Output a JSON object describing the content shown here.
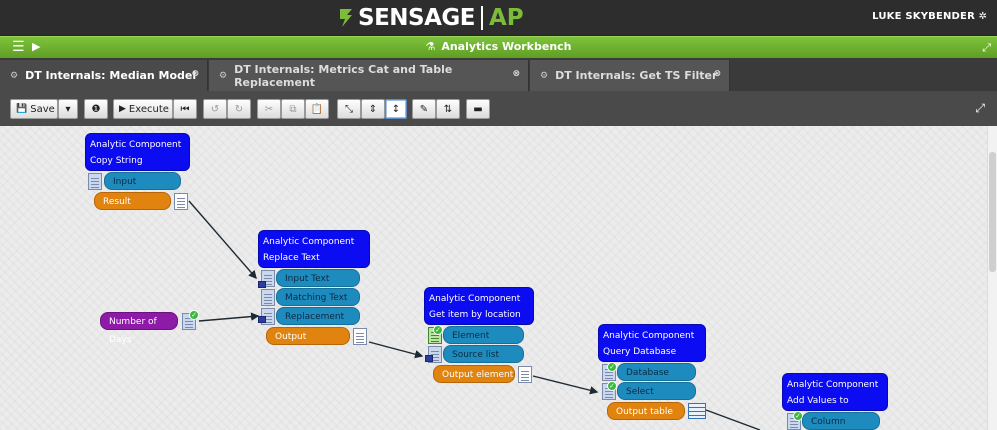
{
  "header": {
    "brand": "SENSAGE",
    "brand_suffix": "AP",
    "user": "LUKE SKYBENDER"
  },
  "workbench": {
    "title": "Analytics Workbench"
  },
  "tabs": [
    {
      "label": "DT Internals: Median Model",
      "active": true
    },
    {
      "label": "DT Internals: Metrics Cat and Table Replacement",
      "active": false
    },
    {
      "label": "DT Internals: Get TS Filter",
      "active": false
    }
  ],
  "toolbar": {
    "save_label": "Save",
    "execute_label": "Execute"
  },
  "components": [
    {
      "title": "Analytic Component",
      "name": "Copy String",
      "inputs": [
        "Input"
      ],
      "output": "Result"
    },
    {
      "title": "Analytic Component",
      "name": "Replace Text",
      "inputs": [
        "Input Text",
        "Matching Text",
        "Replacement Text"
      ],
      "output": "Output"
    },
    {
      "title": "Analytic Component",
      "name": "Get item by location",
      "inputs": [
        "Element Location",
        "Source list"
      ],
      "output": "Output element"
    },
    {
      "title": "Analytic Component",
      "name": "Query Database",
      "inputs": [
        "Database",
        "Select statement"
      ],
      "output": "Output table"
    },
    {
      "title": "Analytic Component",
      "name": "Add Values to Column",
      "inputs": [
        "Column"
      ],
      "output": ""
    }
  ],
  "parameter": {
    "label": "Number of Days"
  },
  "colors": {
    "component_header": "#0c0cf2",
    "input_port": "#1e8bbf",
    "output_port": "#e1830f",
    "parameter": "#8e1ba8",
    "accent_green": "#7dc33a"
  },
  "icons": {
    "menu": "list-icon",
    "flask": "flask-icon",
    "gear": "gear-icon",
    "tab": "cogs-icon",
    "close": "close-icon",
    "fullscreen": "expand-icon"
  }
}
